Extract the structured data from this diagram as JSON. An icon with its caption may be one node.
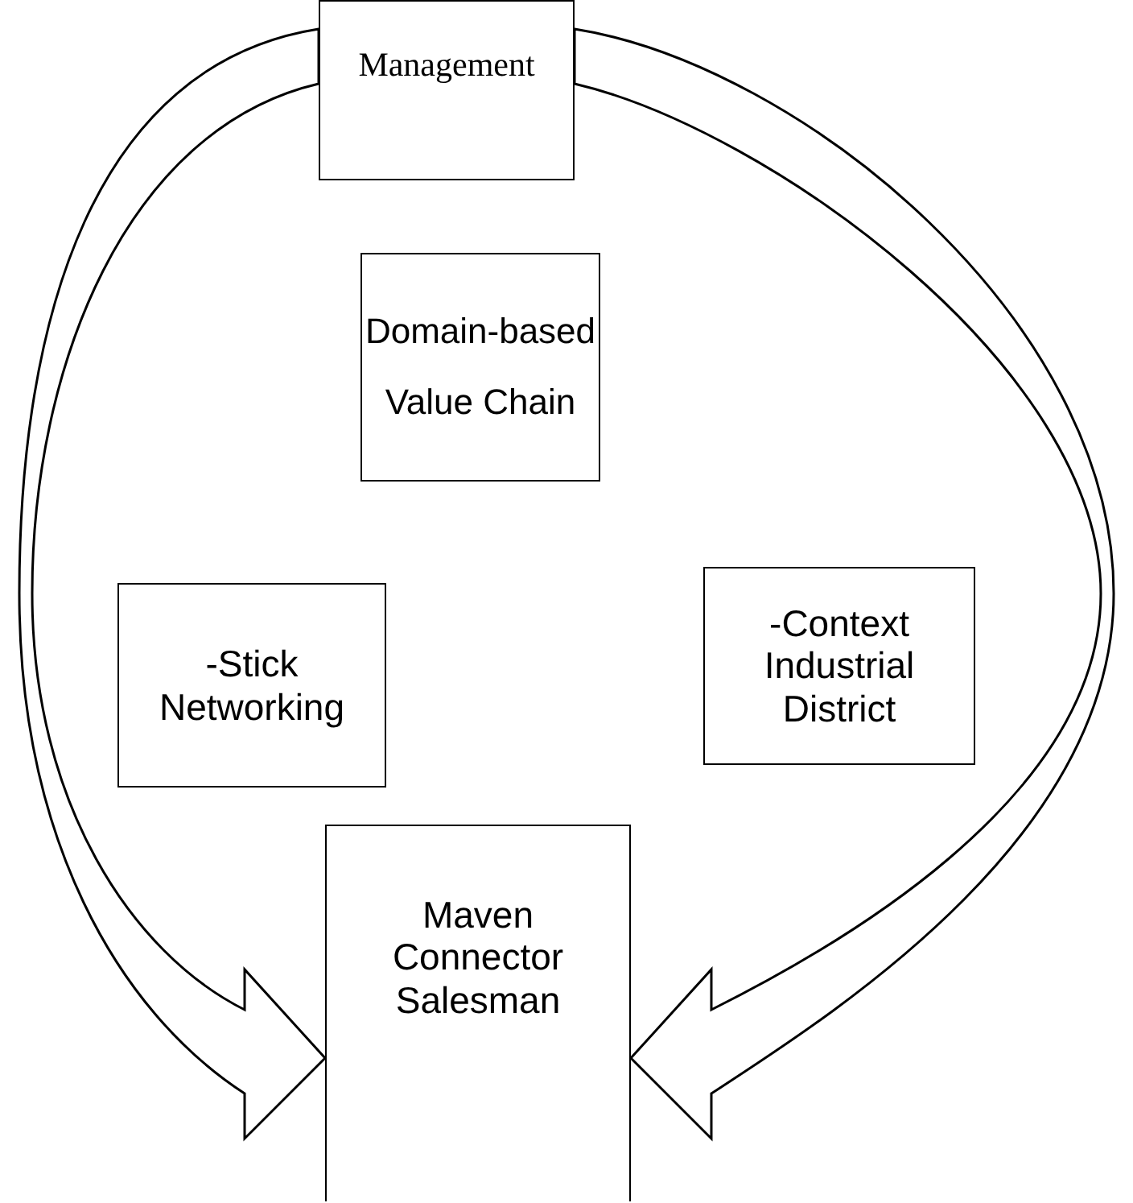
{
  "diagram": {
    "nodes": [
      {
        "text": [
          "Management"
        ]
      },
      {
        "text": [
          "Domain-based Value Chain"
        ]
      },
      {
        "text": [
          "-Stick Networking"
        ]
      },
      {
        "text": [
          "-Context Industrial District"
        ]
      },
      {
        "text": [
          "Maven Connector Salesman"
        ]
      }
    ],
    "edges": [
      {
        "from": 0,
        "to": 4,
        "arrow": "to"
      },
      {
        "from": 0,
        "to": 4,
        "arrow": "to"
      }
    ]
  }
}
